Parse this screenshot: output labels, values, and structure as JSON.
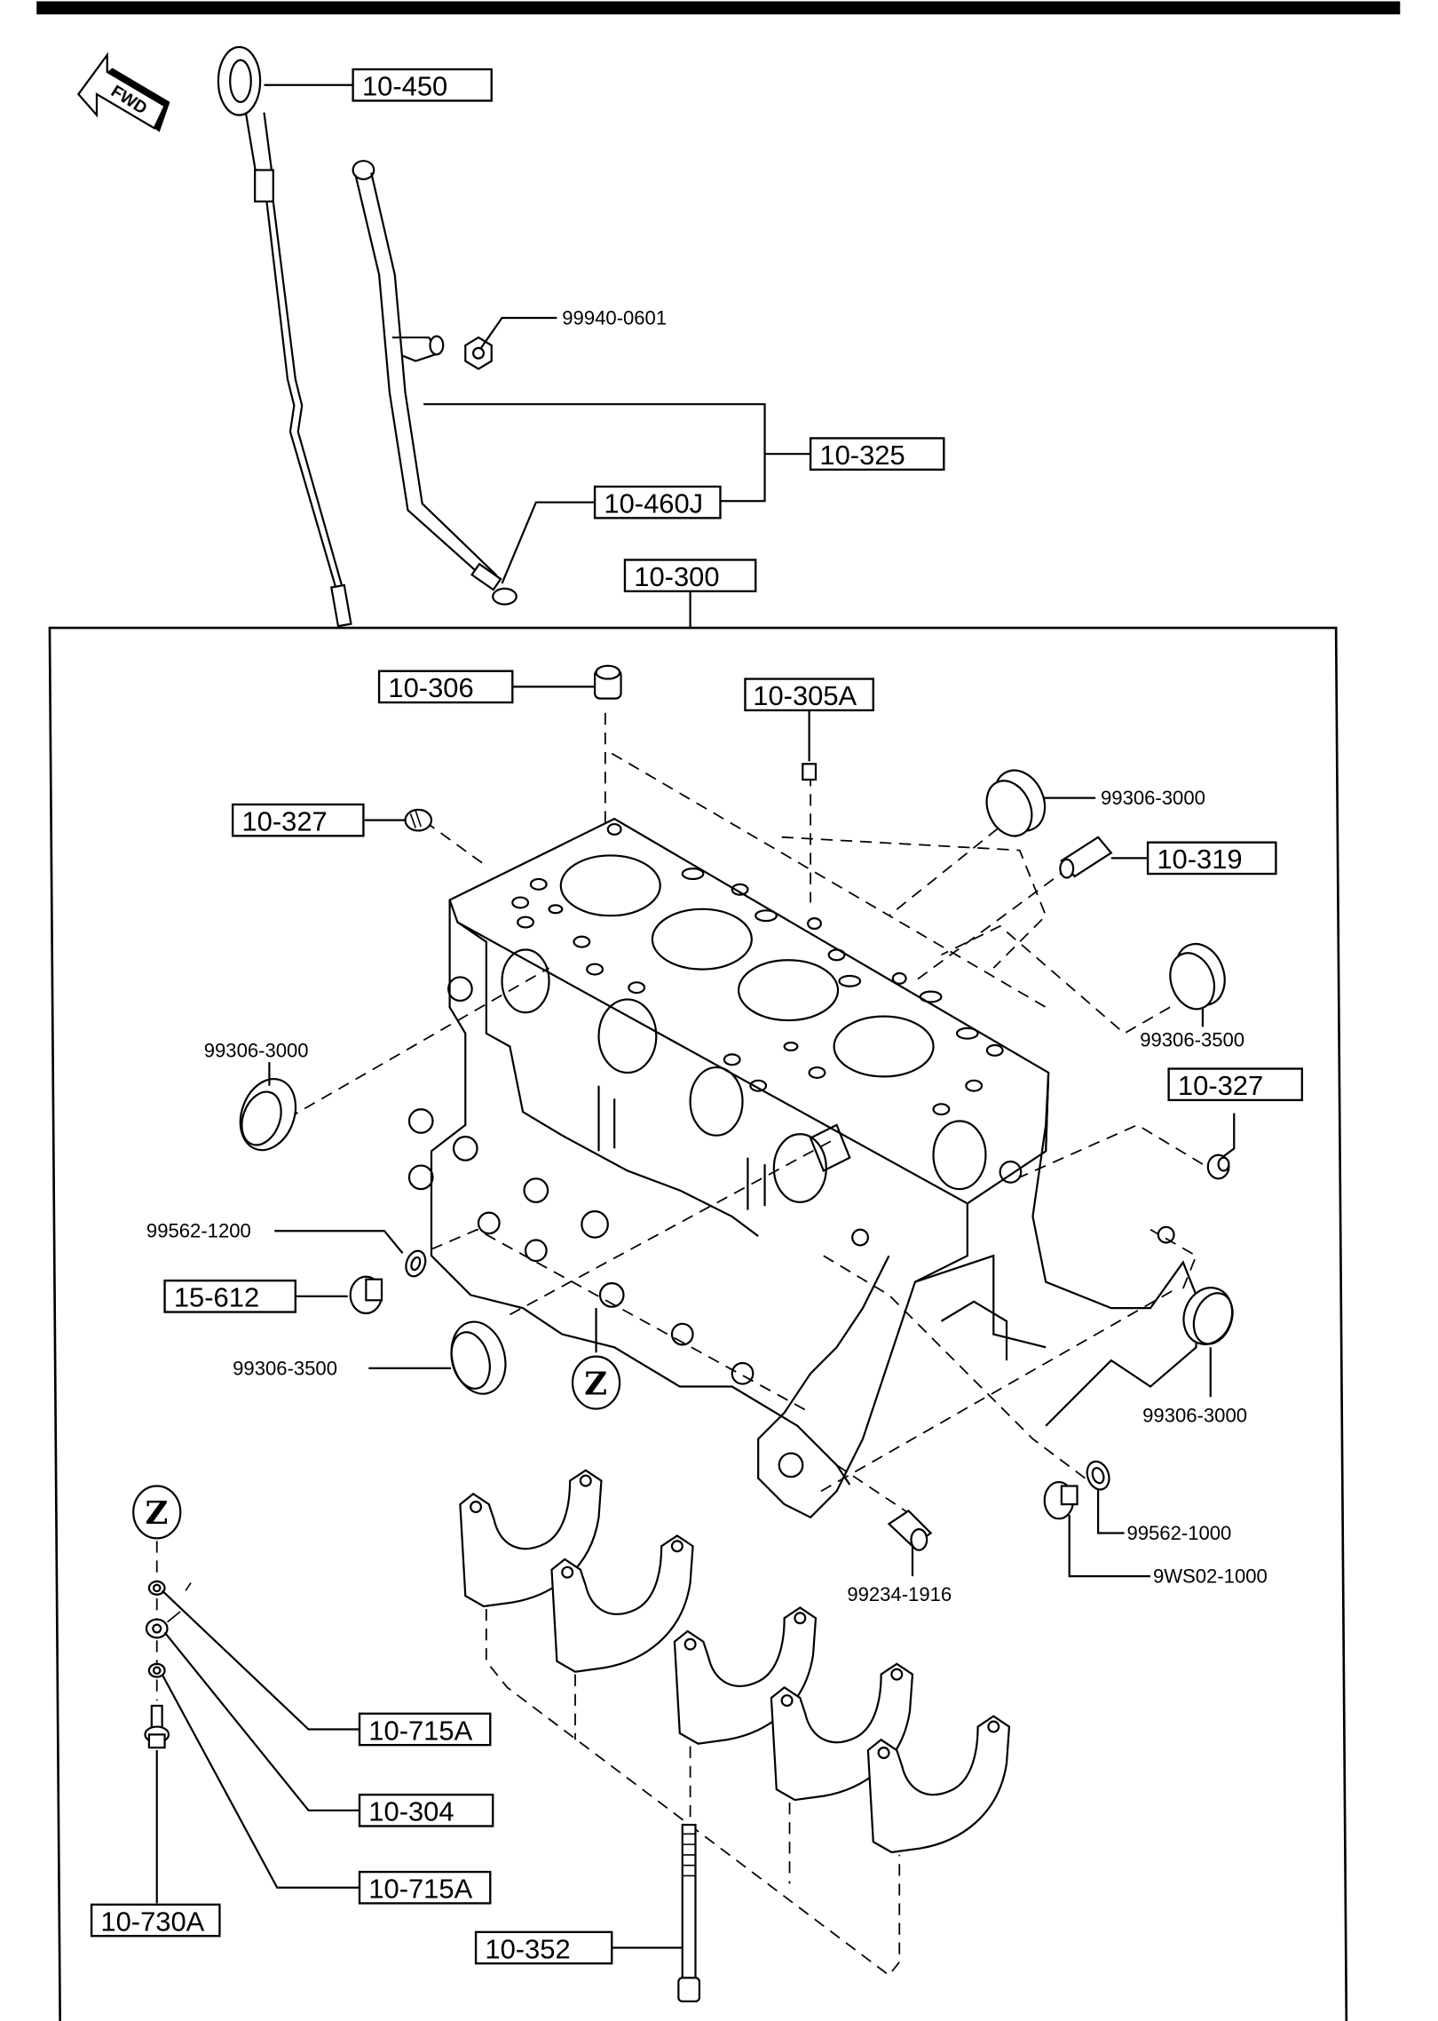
{
  "diagram": {
    "title": "Cylinder block exploded parts diagram",
    "direction_indicator": "FWD",
    "ref_marker": "Z",
    "boxed_callouts": [
      {
        "id": "dipstick",
        "label": "10-450"
      },
      {
        "id": "dipstick-tube",
        "label": "10-325"
      },
      {
        "id": "tube-oring",
        "label": "10-460J"
      },
      {
        "id": "cylinder-block-assy",
        "label": "10-300"
      },
      {
        "id": "dowel-top",
        "label": "10-306"
      },
      {
        "id": "oil-jet-plug",
        "label": "10-305A"
      },
      {
        "id": "plug-left",
        "label": "10-327"
      },
      {
        "id": "sleeve",
        "label": "10-319"
      },
      {
        "id": "plug-right",
        "label": "10-327"
      },
      {
        "id": "drain-plug",
        "label": "15-612"
      },
      {
        "id": "gasket-upper",
        "label": "10-715A"
      },
      {
        "id": "oil-jet",
        "label": "10-304"
      },
      {
        "id": "gasket-lower",
        "label": "10-715A"
      },
      {
        "id": "oil-jet-bolt",
        "label": "10-730A"
      },
      {
        "id": "main-bearing-bolt",
        "label": "10-352"
      }
    ],
    "part_numbers": [
      {
        "id": "tube-nut",
        "label": "99940-0601"
      },
      {
        "id": "plug-cap-top",
        "label": "99306-3000"
      },
      {
        "id": "plug-cap-right",
        "label": "99306-3500"
      },
      {
        "id": "seal-left",
        "label": "99306-3000"
      },
      {
        "id": "drain-washer",
        "label": "99562-1200"
      },
      {
        "id": "seal-lower-left",
        "label": "99306-3500"
      },
      {
        "id": "seal-lower-right",
        "label": "99306-3000"
      },
      {
        "id": "rear-washer",
        "label": "99562-1000"
      },
      {
        "id": "rear-plug",
        "label": "9WS02-1000"
      },
      {
        "id": "dowel-bottom",
        "label": "99234-1916"
      }
    ]
  }
}
